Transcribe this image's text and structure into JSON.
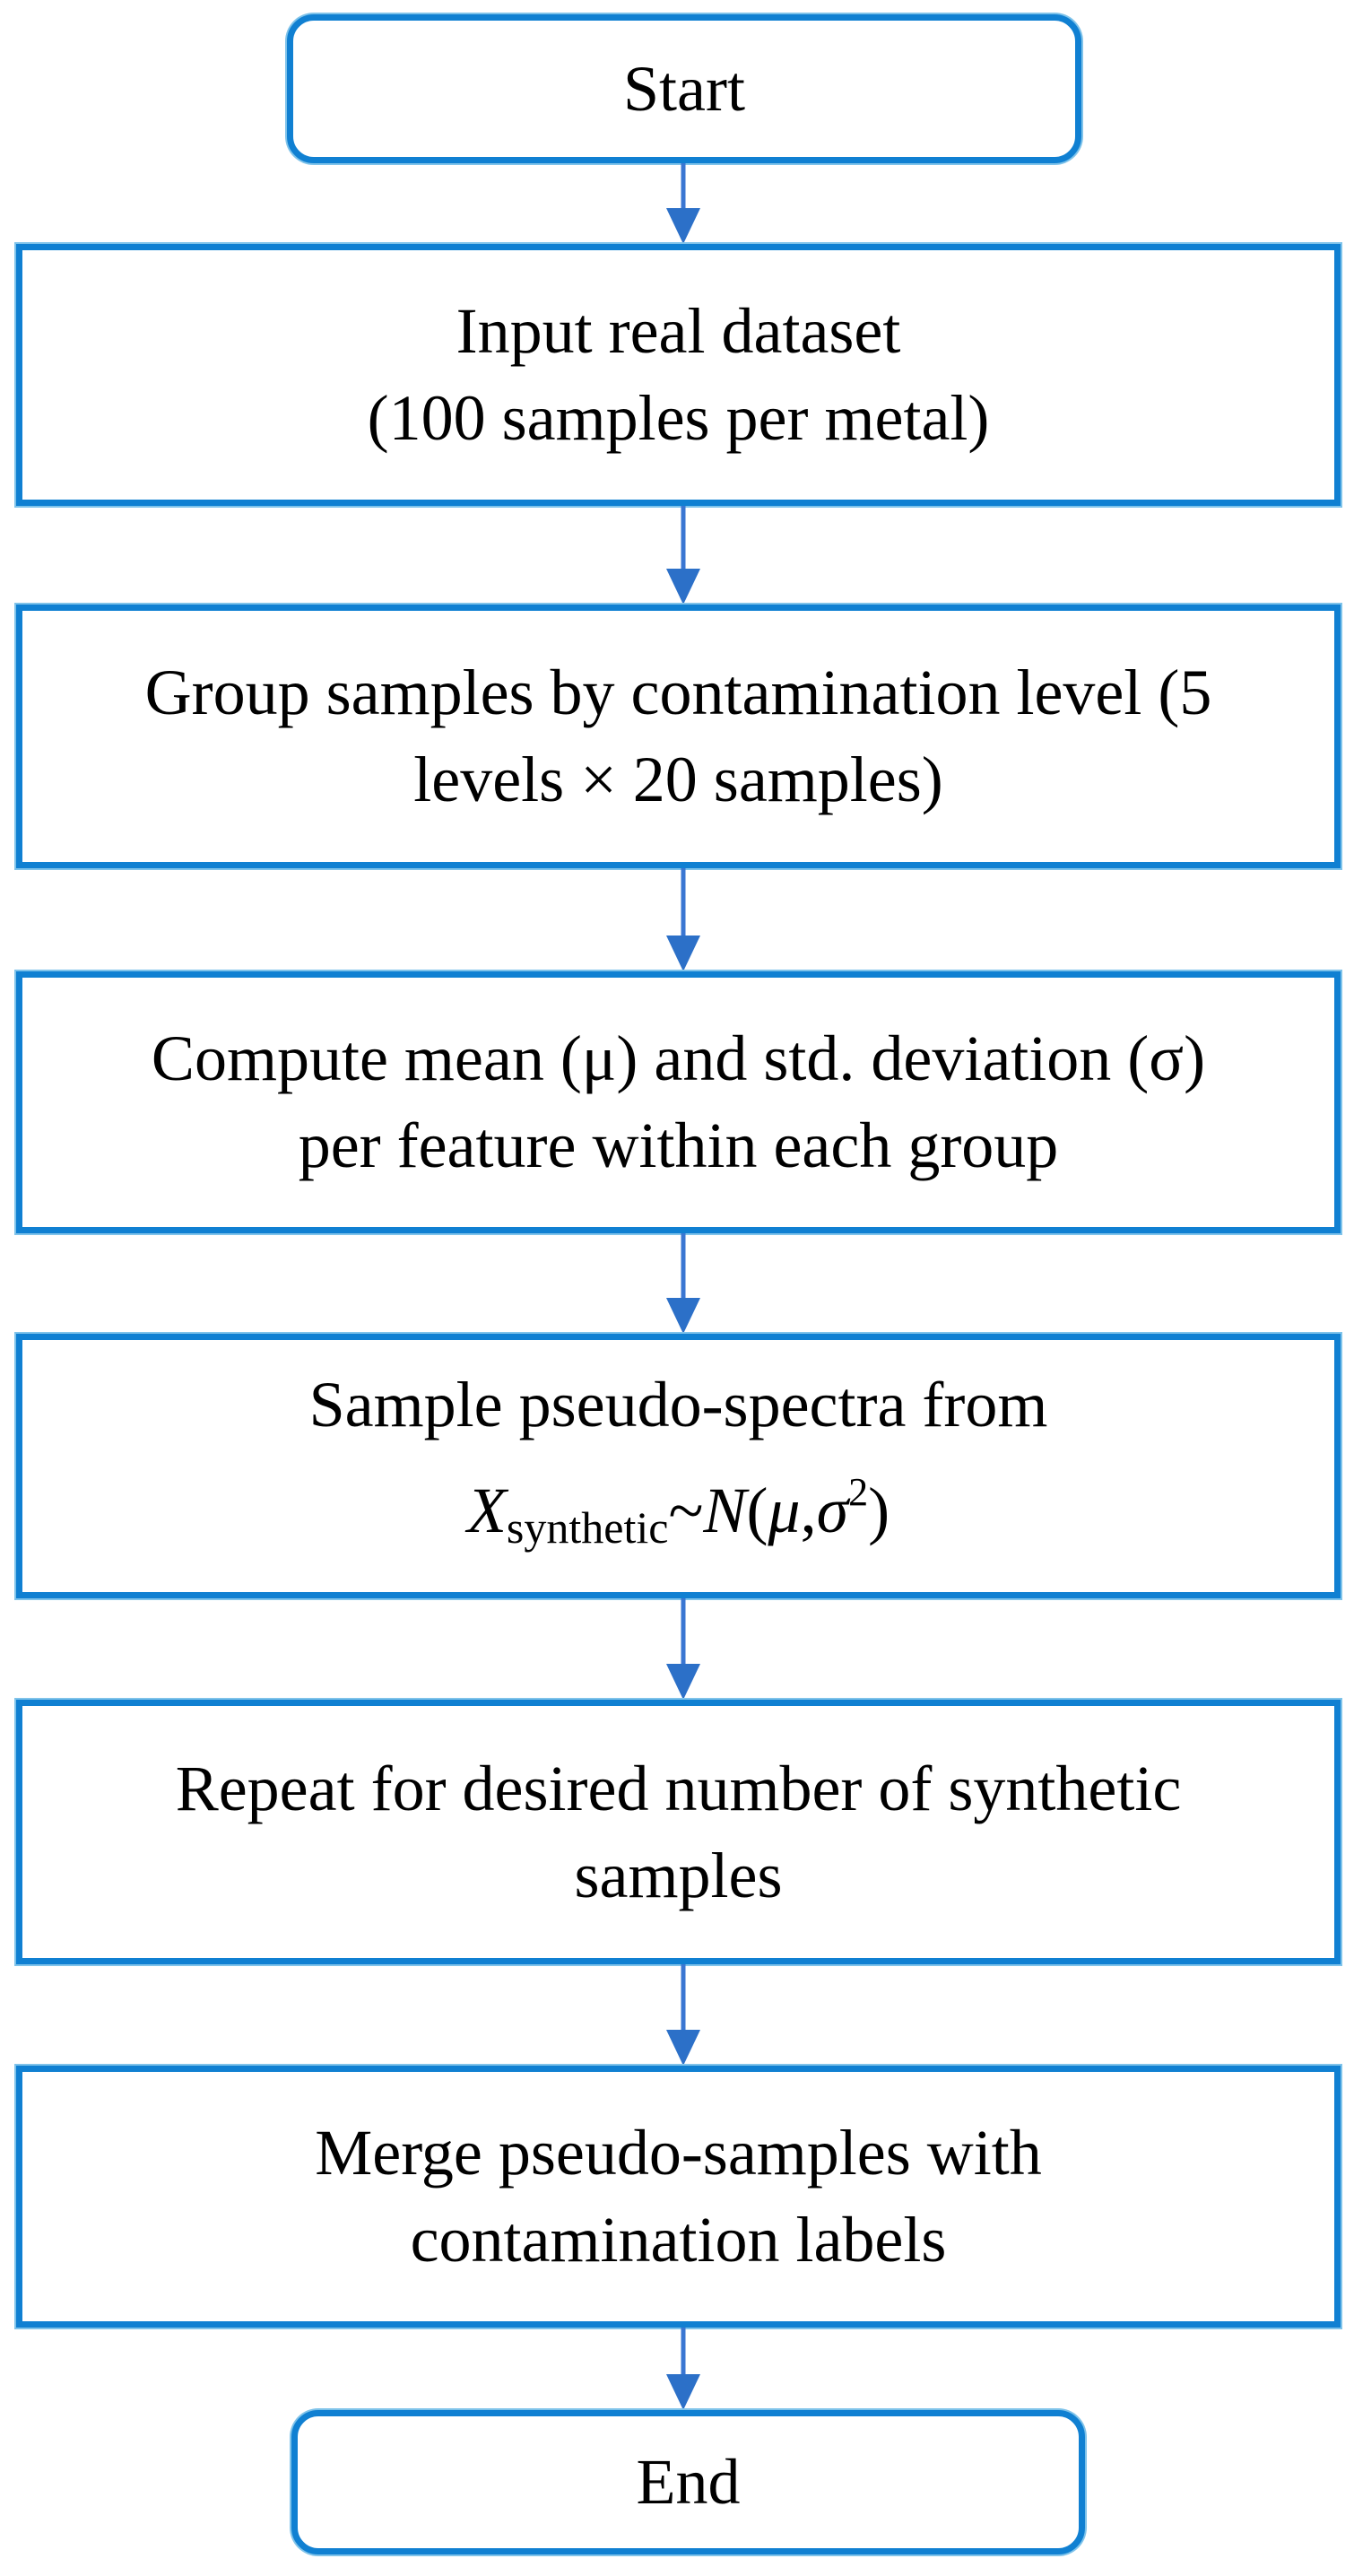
{
  "diagram": {
    "type": "flowchart",
    "direction": "top-to-bottom",
    "colors": {
      "node_border": "#1080D2",
      "node_border_halo": "#7FC3EA",
      "node_fill": "#FFFFFF",
      "arrow": "#2C70C8",
      "text": "#000000",
      "background": "#FFFFFF"
    },
    "nodes": [
      {
        "id": "start",
        "type": "terminator",
        "label": "Start"
      },
      {
        "id": "input-real-dataset",
        "type": "process",
        "lines": [
          "Input real dataset",
          "(100 samples per metal)"
        ]
      },
      {
        "id": "group-samples",
        "type": "process",
        "lines": [
          "Group samples by contamination level (5",
          "levels × 20 samples)"
        ]
      },
      {
        "id": "compute-stats",
        "type": "process",
        "lines": [
          "Compute mean (μ) and std. deviation (σ)",
          "per feature within each group"
        ]
      },
      {
        "id": "sample-pseudo-spectra",
        "type": "process",
        "lines": [
          "Sample pseudo-spectra from"
        ],
        "formula": {
          "variable": "X",
          "subscript": "synthetic",
          "relation": "~",
          "distribution": "N",
          "open_paren": "(",
          "mean_symbol": "μ",
          "comma": ",",
          "sigma_symbol": "σ",
          "exponent": "2",
          "close_paren": ")"
        }
      },
      {
        "id": "repeat-synthetic",
        "type": "process",
        "lines": [
          "Repeat for desired number of synthetic",
          "samples"
        ]
      },
      {
        "id": "merge-labels",
        "type": "process",
        "lines": [
          "Merge pseudo-samples with",
          "contamination labels"
        ]
      },
      {
        "id": "end",
        "type": "terminator",
        "label": "End"
      }
    ],
    "edges": [
      {
        "from": "start",
        "to": "input-real-dataset"
      },
      {
        "from": "input-real-dataset",
        "to": "group-samples"
      },
      {
        "from": "group-samples",
        "to": "compute-stats"
      },
      {
        "from": "compute-stats",
        "to": "sample-pseudo-spectra"
      },
      {
        "from": "sample-pseudo-spectra",
        "to": "repeat-synthetic"
      },
      {
        "from": "repeat-synthetic",
        "to": "merge-labels"
      },
      {
        "from": "merge-labels",
        "to": "end"
      }
    ]
  }
}
